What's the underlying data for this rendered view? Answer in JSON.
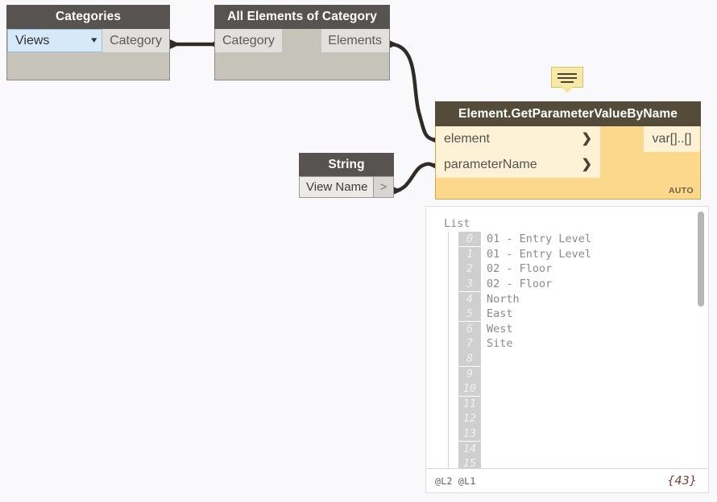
{
  "canvas": {
    "background": "#f9f8fb",
    "wire_color": "#2f2c28"
  },
  "nodes": {
    "categories": {
      "title": "Categories",
      "dropdown_value": "Views",
      "dropdown_icon": "chevron-down-icon",
      "output_port": "Category",
      "header_color": "#565350",
      "body_color": "#c6c3bb"
    },
    "all_elements": {
      "title": "All Elements of Category",
      "input_port": "Category",
      "output_port": "Elements",
      "header_color": "#565350",
      "body_color": "#c6c3bb"
    },
    "string": {
      "title": "String",
      "value": "View Name",
      "output_port": ">",
      "header_color": "#565350"
    },
    "get_parameter": {
      "title": "Element.GetParameterValueByName",
      "input_ports": [
        "element",
        "parameterName"
      ],
      "port_arrow": "❯",
      "output_port": "var[]..[]",
      "execution_tag": "AUTO",
      "header_color": "#544c38",
      "body_color": "#fbd88b"
    }
  },
  "note_icon": {
    "name": "note-bubble-icon",
    "color": "#f7e9a8"
  },
  "watch_panel": {
    "root_label": "List",
    "rows": [
      {
        "index": "0",
        "value": "01 - Entry Level"
      },
      {
        "index": "1",
        "value": "01 - Entry Level"
      },
      {
        "index": "2",
        "value": "02 - Floor"
      },
      {
        "index": "3",
        "value": "02 - Floor"
      },
      {
        "index": "4",
        "value": "North"
      },
      {
        "index": "5",
        "value": "East"
      },
      {
        "index": "6",
        "value": "West"
      },
      {
        "index": "7",
        "value": "Site"
      },
      {
        "index": "8",
        "value": ""
      },
      {
        "index": "9",
        "value": ""
      },
      {
        "index": "10",
        "value": ""
      },
      {
        "index": "11",
        "value": ""
      },
      {
        "index": "12",
        "value": ""
      },
      {
        "index": "13",
        "value": ""
      },
      {
        "index": "14",
        "value": ""
      },
      {
        "index": "15",
        "value": ""
      }
    ],
    "footer_left": "@L2 @L1",
    "footer_right": "{43}",
    "footer_right_color": "#7a3a30"
  }
}
